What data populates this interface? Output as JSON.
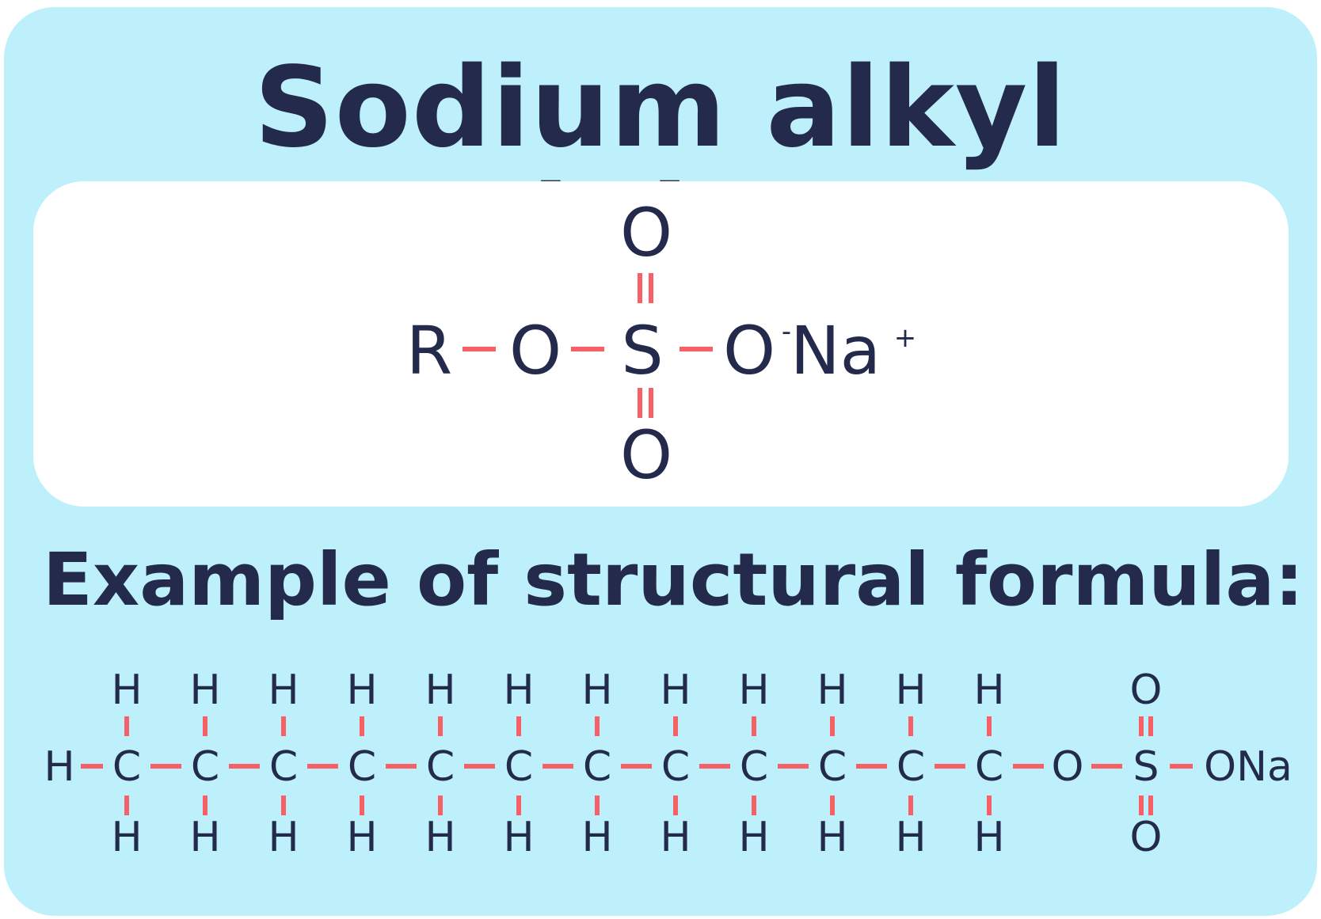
{
  "title": "Sodium alkyl sulphate",
  "subtitle": "Example of structural formula:",
  "colors": {
    "background": "#bdf0fb",
    "panel": "#ffffff",
    "text": "#232a4b",
    "bond": "#f76067"
  },
  "general_formula": {
    "r_group": "R",
    "ester_oxygen": "O",
    "sulfur": "S",
    "top_oxygen": "O",
    "bottom_oxygen": "O",
    "ionic_oxygen": "O",
    "oxygen_charge": "-",
    "sodium": "Na",
    "sodium_charge": "+"
  },
  "example_formula": {
    "terminal_hydrogen": "H",
    "carbon": "C",
    "hydrogen": "H",
    "carbon_count": 12,
    "ester_oxygen": "O",
    "sulfur": "S",
    "top_oxygen": "O",
    "bottom_oxygen": "O",
    "salt_group": "ONa"
  }
}
